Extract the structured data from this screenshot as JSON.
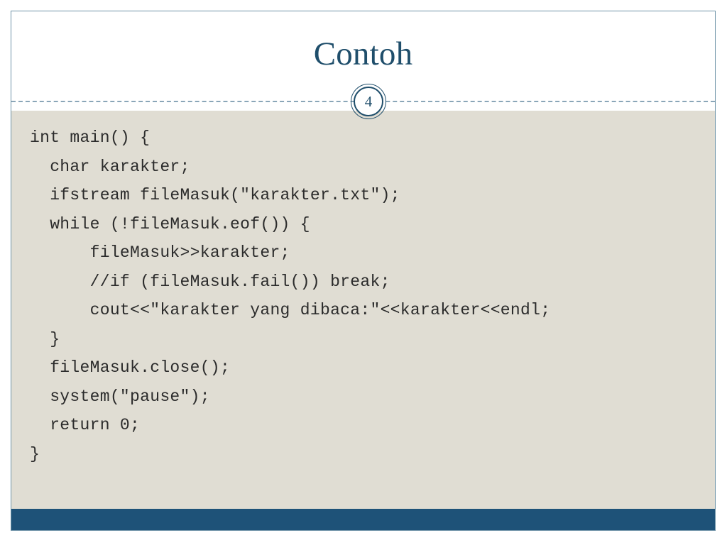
{
  "slide": {
    "title": "Contoh",
    "page_number": "4",
    "colors": {
      "title": "#1f4e6b",
      "accent_bar": "#1e5278",
      "body_background": "#e0ddd3",
      "header_background": "#ffffff",
      "frame_border": "#6f93a8",
      "divider": "#8aa6b8",
      "code_text": "#2b2b2b"
    }
  },
  "code": {
    "language": "cpp",
    "lines": [
      "int main() {",
      "  char karakter;",
      "  ifstream fileMasuk(\"karakter.txt\");",
      "  while (!fileMasuk.eof()) {",
      "      fileMasuk>>karakter;",
      "      //if (fileMasuk.fail()) break;",
      "      cout<<\"karakter yang dibaca:\"<<karakter<<endl;",
      "  }",
      "  fileMasuk.close();",
      "  system(\"pause\");",
      "  return 0;",
      "}"
    ]
  }
}
